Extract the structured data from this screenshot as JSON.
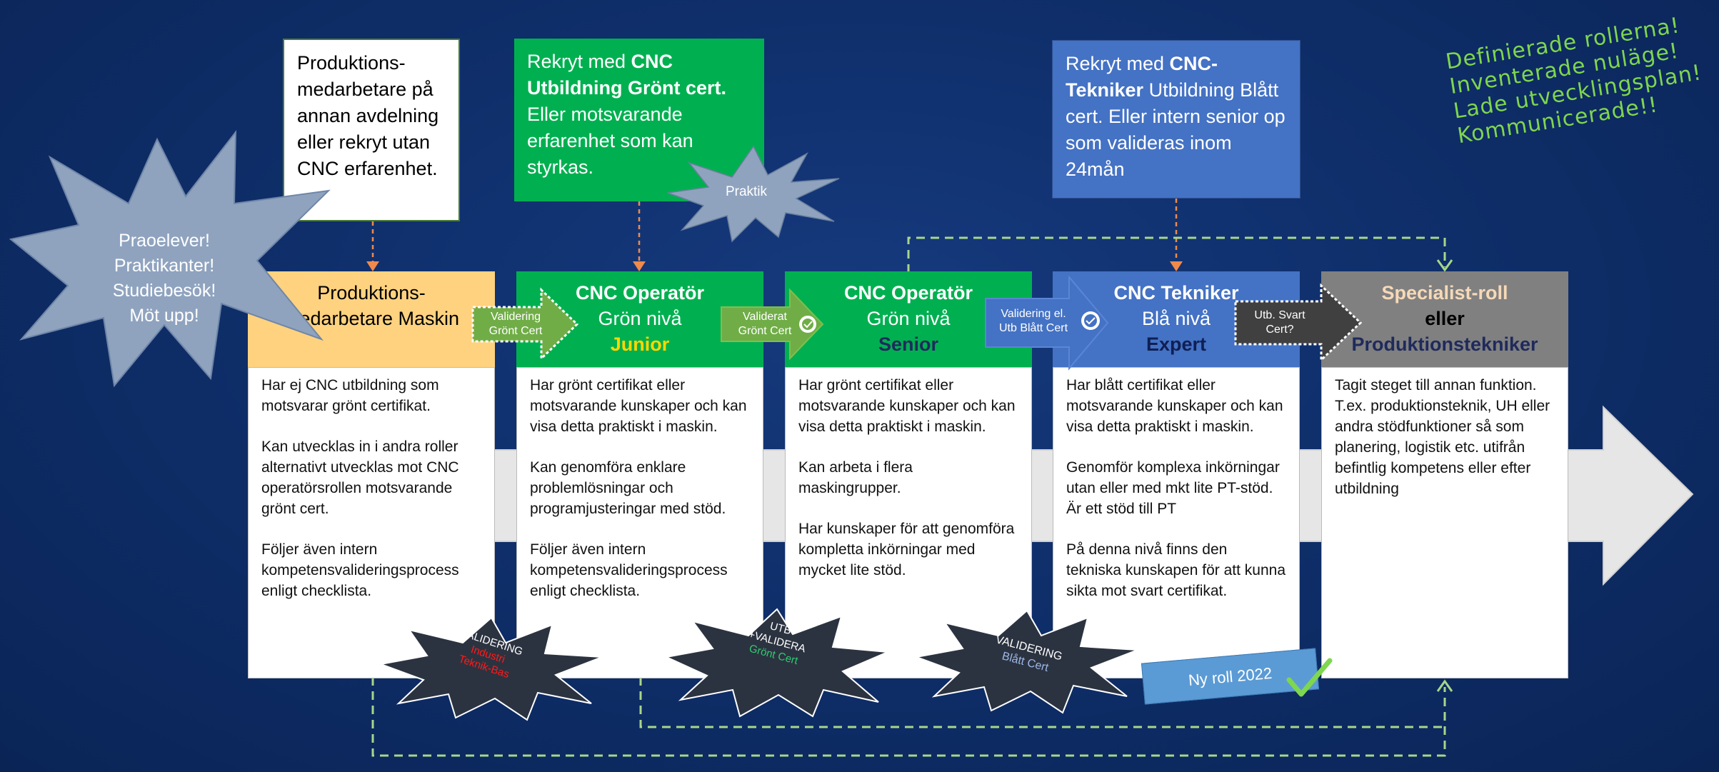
{
  "annotation": {
    "lines": [
      "Definierade rollerna!",
      "Inventerade nuläge!",
      "Lade utvecklingsplan!",
      "Kommunicerade!!"
    ]
  },
  "top_boxes": [
    {
      "text": "Produktions-medarbetare på annan avdelning eller rekryt utan CNC erfarenhet."
    },
    {
      "pre": "Rekryt med ",
      "bold": "CNC Utbildning Grönt cert.",
      "post": " Eller motsvarande erfarenhet som kan styrkas."
    },
    {
      "pre": "Rekryt med ",
      "bold": "CNC-Tekniker",
      "post": " Utbildning Blått cert. Eller intern senior op som valideras inom 24mån"
    }
  ],
  "bursts": {
    "left": [
      "Praoelever!",
      "Praktikanter!",
      "Studiebesök!",
      "Möt upp!"
    ],
    "praktik": "Praktik",
    "val1": {
      "line1": "VALIDERING",
      "line2": "Industri",
      "line3": "Teknik-Bas"
    },
    "val2": {
      "line1": "UTB",
      "line2": "+VALIDERA",
      "line3": "Grönt Cert"
    },
    "val3": {
      "line1": "VALIDERING",
      "line2": "Blått Cert"
    }
  },
  "roles": [
    {
      "title1": "Produktions-",
      "title2": "medarbetare Maskin",
      "level": "",
      "paragraphs": [
        "Har ej CNC utbildning som motsvarar grönt certifikat.",
        "Kan utvecklas in i andra roller alternativt utvecklas mot CNC operatörsrollen motsvarande grönt cert.",
        "Följer även intern kompetensvalideringsprocess enligt checklista."
      ]
    },
    {
      "title1": "CNC Operatör",
      "title2": "Grön nivå",
      "level": "Junior",
      "paragraphs": [
        "Har grönt certifikat eller motsvarande kunskaper och kan visa detta praktiskt i maskin.",
        "Kan genomföra enklare problemlösningar och programjusteringar med stöd.",
        "Följer även intern kompetensvalideringsprocess enligt checklista."
      ]
    },
    {
      "title1": "CNC Operatör",
      "title2": "Grön nivå",
      "level": "Senior",
      "paragraphs": [
        "Har grönt certifikat eller motsvarande kunskaper och kan visa detta praktiskt i maskin.",
        "Kan arbeta i flera maskingrupper.",
        "Har kunskaper för att genomföra kompletta inkörningar med mycket lite stöd."
      ]
    },
    {
      "title1": "CNC Tekniker",
      "title2": "Blå nivå",
      "level": "Expert",
      "paragraphs": [
        "Har blått certifikat eller motsvarande kunskaper och kan visa detta praktiskt i maskin.",
        "Genomför komplexa inkörningar utan eller med mkt lite PT-stöd. Är ett stöd till PT",
        "På denna nivå finns den tekniska kunskapen för att kunna sikta mot svart certifikat."
      ]
    },
    {
      "title1": "Specialist-roll",
      "title2": "eller",
      "level": "Produktionstekniker",
      "paragraphs": [
        "Tagit steget till annan funktion. T.ex. produktionsteknik, UH eller andra stödfunktioner så som planering, logistik etc. utifrån befintlig kompetens eller efter utbildning"
      ]
    }
  ],
  "transitions": [
    {
      "line1": "Validering",
      "line2": "Grönt Cert"
    },
    {
      "line1": "Validerat",
      "line2": "Grönt Cert"
    },
    {
      "line1": "Validering el.",
      "line2": "Utb Blått Cert"
    },
    {
      "line1": "Utb. Svart",
      "line2": "Cert?"
    }
  ],
  "new_role_tag": "Ny roll 2022",
  "colors": {
    "background": "#0f2f6b",
    "orange_header": "#ffd27f",
    "green": "#00b050",
    "blue": "#4472c4",
    "grey": "#808080",
    "junior": "#ffd700",
    "senior_expert": "#1f2a5c",
    "annotation": "#7fd64f"
  }
}
